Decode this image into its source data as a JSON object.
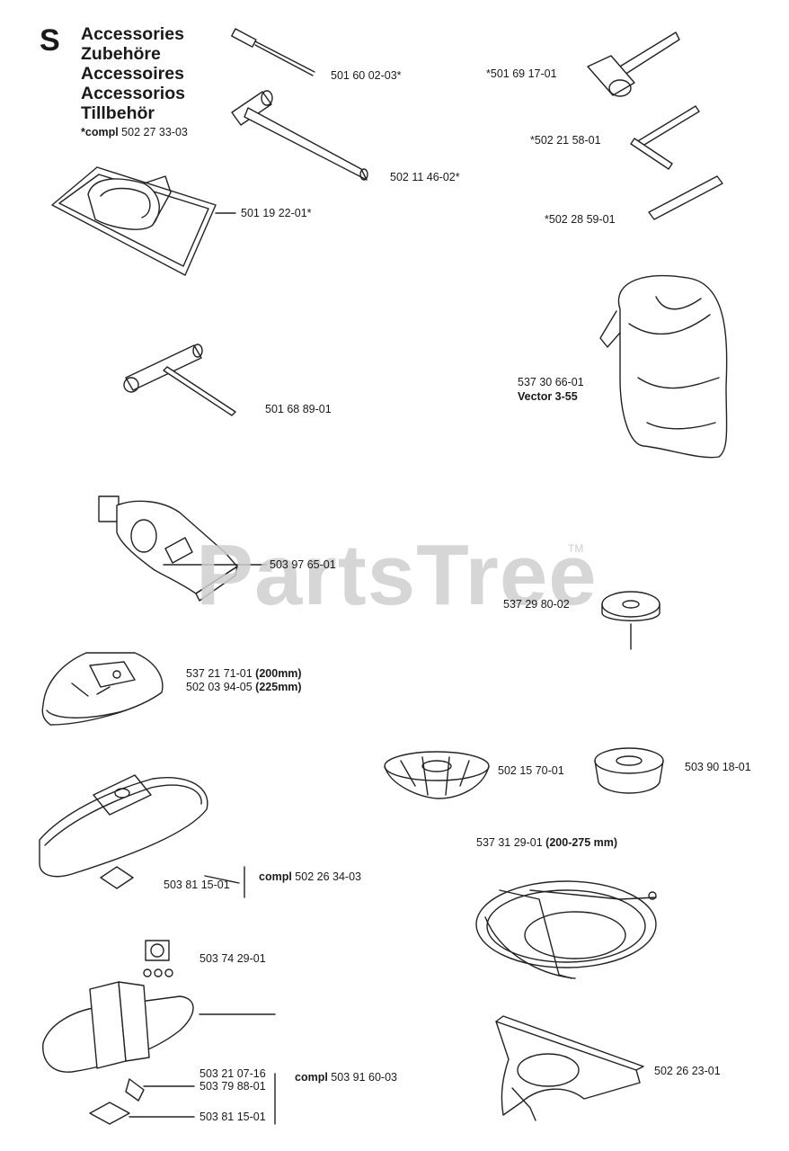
{
  "header": {
    "section_letter": "S",
    "titles": [
      "Accessories",
      "Zubehöre",
      "Accessoires",
      "Accessorios",
      "Tillbehör"
    ],
    "compl_prefix": "*compl",
    "compl_number": "502 27 33-03"
  },
  "watermark": {
    "text": "PartsTree",
    "trademark": "TM"
  },
  "parts": {
    "p1": "501 60 02-03*",
    "p2": "*501 69 17-01",
    "p3": "502 11 46-02*",
    "p4": "*502 21 58-01",
    "p5": "501 19 22-01*",
    "p6": "*502 28 59-01",
    "p7": "537 30 66-01",
    "p7_name": "Vector 3-55",
    "p8": "501 68 89-01",
    "p9": "503 97 65-01",
    "p10": "537 29 80-02",
    "p11": "537 21 71-01",
    "p11_size": "(200mm)",
    "p12": "502 03 94-05",
    "p12_size": "(225mm)",
    "p13": "502 15 70-01",
    "p14": "503 90 18-01",
    "p15": "537 31 29-01",
    "p15_size": "(200-275 mm)",
    "p16": "503 81 15-01",
    "p16_compl_prefix": "compl",
    "p16_compl": "502 26 34-03",
    "p17": "503 74 29-01",
    "p18": "503 21 07-16",
    "p19": "503 79 88-01",
    "p20_compl_prefix": "compl",
    "p20_compl": "503 91 60-03",
    "p21": "503 81 15-01",
    "p22": "502 26 23-01"
  }
}
